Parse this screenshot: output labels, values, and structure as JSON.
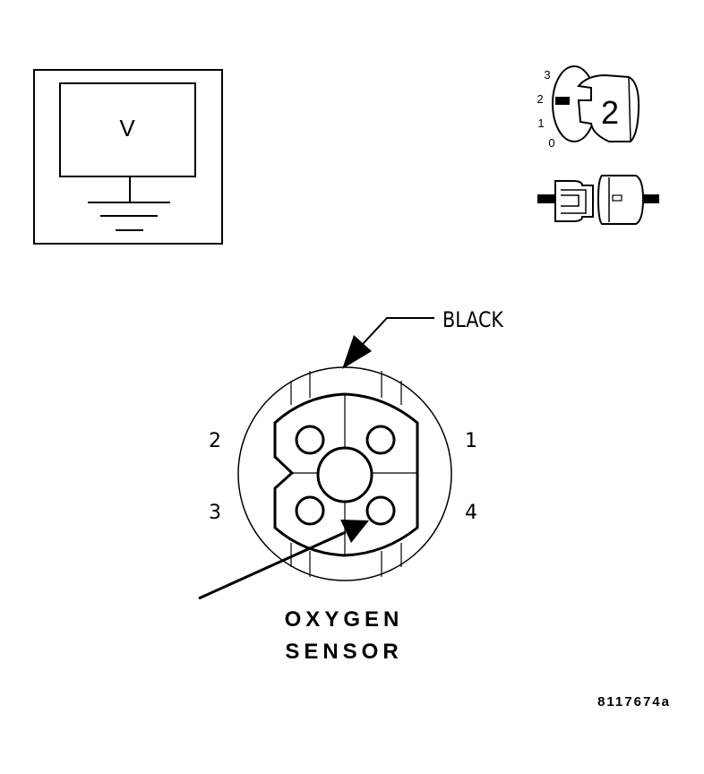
{
  "meter": {
    "symbol": "V"
  },
  "ignition_key": {
    "positions": [
      "3",
      "2",
      "1",
      "0"
    ],
    "key_label": "2"
  },
  "connector": {
    "wire_color_label": "BLACK",
    "pins": [
      "1",
      "2",
      "3",
      "4"
    ],
    "title_line1": "OXYGEN",
    "title_line2": "SENSOR"
  },
  "figure_id": "8117674a"
}
